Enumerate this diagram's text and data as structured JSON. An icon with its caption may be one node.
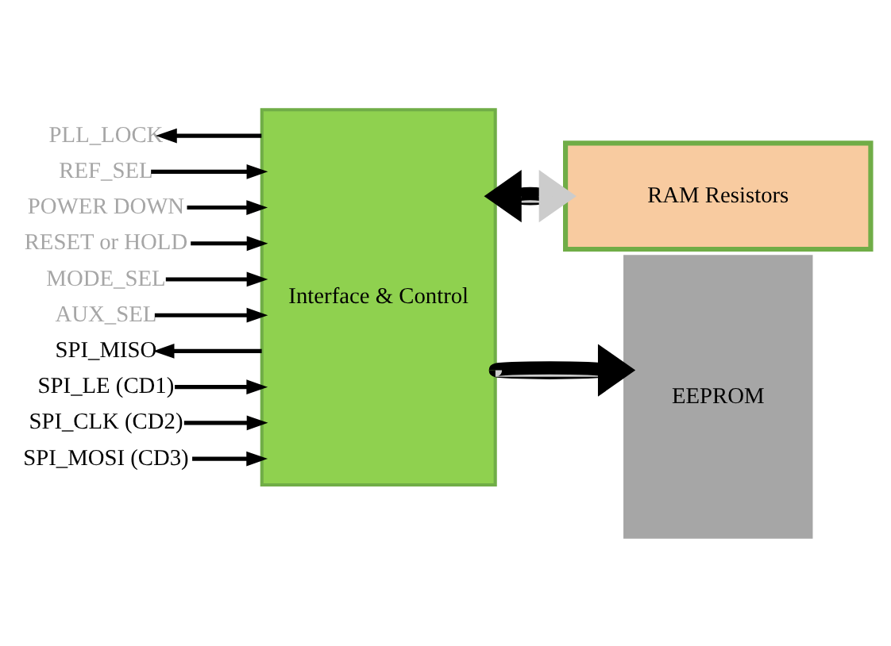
{
  "diagram": {
    "nodes": [
      {
        "text": [
          "RAM Resistors"
        ]
      },
      {
        "text": [
          "Interface & Control"
        ]
      },
      {
        "text": [
          "EEPROM"
        ]
      },
      {
        "text": [
          "PLL_LOCK"
        ]
      },
      {
        "text": [
          "REF_SEL"
        ]
      },
      {
        "text": [
          "POWER DOWN"
        ]
      },
      {
        "text": [
          "RESET or HOLD"
        ]
      },
      {
        "text": [
          "MODE_SEL"
        ]
      },
      {
        "text": [
          "AUX_SEL"
        ]
      },
      {
        "text": [
          "SPI_MISO"
        ]
      },
      {
        "text": [
          "SPI_LE (CD1)"
        ]
      },
      {
        "text": [
          "SPI_CLK (CD2)"
        ]
      },
      {
        "text": [
          "SPI_MOSI (CD3)"
        ]
      }
    ],
    "edges": [
      {
        "from": 1,
        "to": 0,
        "arrow": "both",
        "style": "thick"
      },
      {
        "from": 1,
        "to": 2,
        "arrow": "to",
        "style": "thick"
      },
      {
        "from": 1,
        "to": 3,
        "arrow": "to"
      },
      {
        "from": 4,
        "to": 1,
        "arrow": "to"
      },
      {
        "from": 5,
        "to": 1,
        "arrow": "to"
      },
      {
        "from": 6,
        "to": 1,
        "arrow": "to"
      },
      {
        "from": 7,
        "to": 1,
        "arrow": "to"
      },
      {
        "from": 8,
        "to": 1,
        "arrow": "to"
      },
      {
        "from": 1,
        "to": 9,
        "arrow": "to"
      },
      {
        "from": 10,
        "to": 1,
        "arrow": "to"
      },
      {
        "from": 11,
        "to": 1,
        "arrow": "to"
      },
      {
        "from": 12,
        "to": 1,
        "arrow": "to"
      }
    ]
  }
}
